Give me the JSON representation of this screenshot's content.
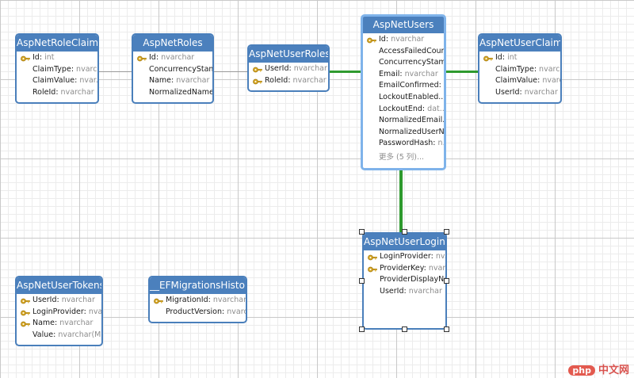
{
  "entities": {
    "role_claims": {
      "title": "AspNetRoleClaims",
      "fields": [
        {
          "name": "Id",
          "type": "int"
        },
        {
          "name": "ClaimType",
          "type": "nvarc..."
        },
        {
          "name": "ClaimValue",
          "type": "nvar..."
        },
        {
          "name": "RoleId",
          "type": "nvarchar"
        }
      ]
    },
    "roles": {
      "title": "AspNetRoles",
      "fields": [
        {
          "name": "Id",
          "type": "nvarchar"
        },
        {
          "name": "ConcurrencyStamp",
          "type": ""
        },
        {
          "name": "Name",
          "type": "nvarchar"
        },
        {
          "name": "NormalizedName...",
          "type": ""
        }
      ]
    },
    "user_roles": {
      "title": "AspNetUserRoles",
      "fields": [
        {
          "name": "UserId",
          "type": "nvarchar"
        },
        {
          "name": "RoleId",
          "type": "nvarchar"
        }
      ]
    },
    "users": {
      "title": "AspNetUsers",
      "fields": [
        {
          "name": "Id",
          "type": "nvarchar"
        },
        {
          "name": "AccessFailedCount...",
          "type": ""
        },
        {
          "name": "ConcurrencyStamp...",
          "type": ""
        },
        {
          "name": "Email",
          "type": "nvarchar"
        },
        {
          "name": "EmailConfirmed:",
          "type": "..."
        },
        {
          "name": "LockoutEnabled...",
          "type": ""
        },
        {
          "name": "LockoutEnd:",
          "type": "dat..."
        },
        {
          "name": "NormalizedEmail...",
          "type": ""
        },
        {
          "name": "NormalizedUserN...",
          "type": ""
        },
        {
          "name": "PasswordHash:",
          "type": "n..."
        }
      ],
      "more": "更多 (5 列)..."
    },
    "user_claims": {
      "title": "AspNetUserClaims",
      "fields": [
        {
          "name": "Id",
          "type": "int"
        },
        {
          "name": "ClaimType",
          "type": "nvarc..."
        },
        {
          "name": "ClaimValue",
          "type": "nvarc..."
        },
        {
          "name": "UserId",
          "type": "nvarchar"
        }
      ]
    },
    "user_logins": {
      "title": "AspNetUserLogins",
      "fields": [
        {
          "name": "LoginProvider",
          "type": "nv..."
        },
        {
          "name": "ProviderKey",
          "type": "nvar..."
        },
        {
          "name": "ProviderDisplayNa...",
          "type": ""
        },
        {
          "name": "UserId",
          "type": "nvarchar"
        }
      ]
    },
    "user_tokens": {
      "title": "AspNetUserTokens",
      "fields": [
        {
          "name": "UserId",
          "type": "nvarchar"
        },
        {
          "name": "LoginProvider",
          "type": "nva..."
        },
        {
          "name": "Name",
          "type": "nvarchar"
        },
        {
          "name": "Value",
          "type": "nvarchar(M..."
        }
      ]
    },
    "migrations": {
      "title": "__EFMigrationsHistory",
      "fields": [
        {
          "name": "MigrationId",
          "type": "nvarchar"
        },
        {
          "name": "ProductVersion",
          "type": "nvarc..."
        }
      ]
    }
  },
  "watermark": {
    "logo": "php",
    "text": "中文网"
  },
  "colors": {
    "header": "#4b80bd",
    "border": "#4a7fbb",
    "relation_thick": "#2e9a2e",
    "relation_thin": "#9a9a9a"
  }
}
